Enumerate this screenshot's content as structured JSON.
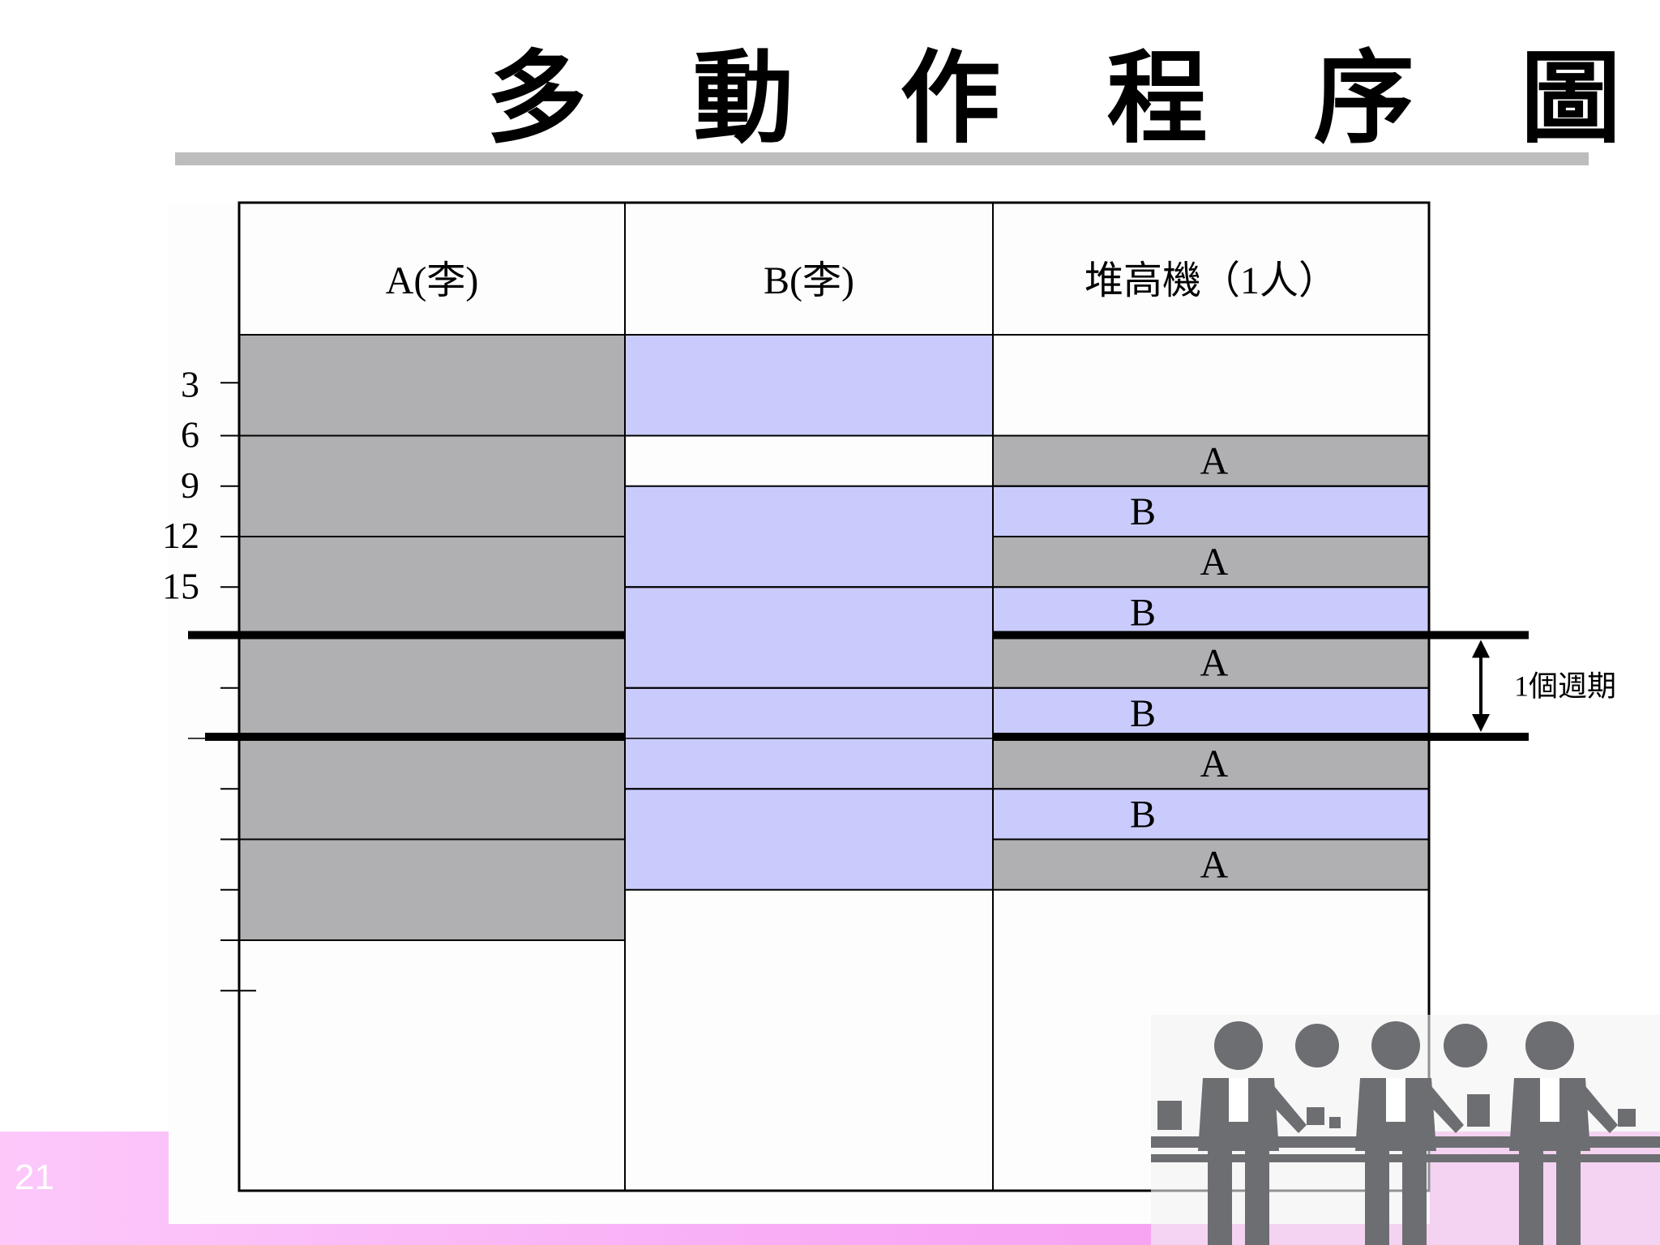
{
  "title": "多 動 作 程 序 圖",
  "page_number": "21",
  "columns": [
    {
      "id": "a",
      "label": "A(李)"
    },
    {
      "id": "b",
      "label": "B(李)"
    },
    {
      "id": "forklift",
      "label": "堆高機（1人）"
    }
  ],
  "time_axis": {
    "tick_labels": [
      "3",
      "6",
      "9",
      "12",
      "15"
    ],
    "unit_height_rows": 3
  },
  "column_a_blocks": [
    {
      "start": 0,
      "end": 6,
      "color": "#b0afb1"
    },
    {
      "start": 6,
      "end": 12,
      "color": "#b0afb1"
    },
    {
      "start": 12,
      "end": 18,
      "color": "#b0afb1"
    },
    {
      "start": 18,
      "end": 24,
      "color": "#b0afb1"
    },
    {
      "start": 24,
      "end": 30,
      "color": "#b0afb1"
    },
    {
      "start": 30,
      "end": 36,
      "color": "#b0afb1"
    }
  ],
  "column_b_blocks": [
    {
      "start": 0,
      "end": 6,
      "color": "#c9cbfd"
    },
    {
      "start": 9,
      "end": 15,
      "color": "#c9cbfd"
    },
    {
      "start": 15,
      "end": 21,
      "color": "#c9cbfd"
    },
    {
      "start": 21,
      "end": 27,
      "color": "#c9cbfd"
    },
    {
      "start": 27,
      "end": 33,
      "color": "#c9cbfd"
    }
  ],
  "forklift_blocks": [
    {
      "start": 6,
      "end": 9,
      "label": "A",
      "color": "#b0afb1"
    },
    {
      "start": 9,
      "end": 12,
      "label": "B",
      "color": "#c9cbfd"
    },
    {
      "start": 12,
      "end": 15,
      "label": "A",
      "color": "#b0afb1"
    },
    {
      "start": 15,
      "end": 18,
      "label": "B",
      "color": "#c9cbfd"
    },
    {
      "start": 18,
      "end": 21,
      "label": "A",
      "color": "#b0afb1"
    },
    {
      "start": 21,
      "end": 24,
      "label": "B",
      "color": "#c9cbfd"
    },
    {
      "start": 24,
      "end": 27,
      "label": "A",
      "color": "#b0afb1"
    },
    {
      "start": 27,
      "end": 30,
      "label": "B",
      "color": "#c9cbfd"
    },
    {
      "start": 30,
      "end": 33,
      "label": "A",
      "color": "#b0afb1"
    }
  ],
  "cycle": {
    "start": 18,
    "end": 24,
    "label": "1個週期"
  },
  "colors": {
    "gray": "#b0afb1",
    "lavender": "#c9cbfd",
    "band_pink": "#f7a6f3",
    "person_gray": "#6d6e71"
  }
}
